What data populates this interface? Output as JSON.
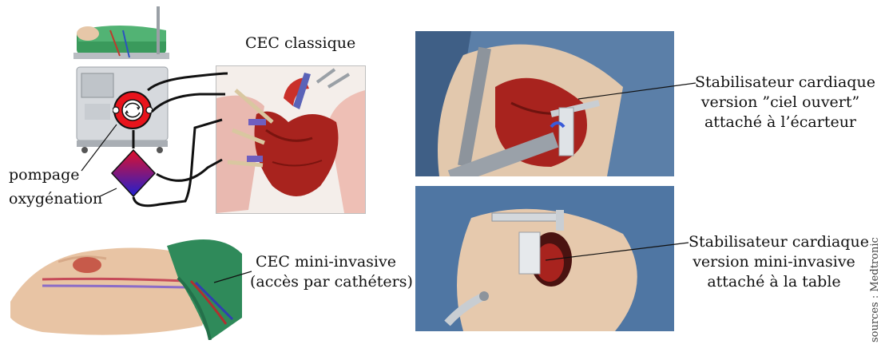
{
  "labels": {
    "cec_classique": "CEC classique",
    "pompage": "pompage",
    "oxygenation": "oxygénation",
    "cec_mini_line1": "CEC mini-invasive",
    "cec_mini_line2": "(accès par cathéters)",
    "stab_open_line1": "Stabilisateur cardiaque",
    "stab_open_line2": "version ”ciel ouvert”",
    "stab_open_line3": "attaché à l’écarteur",
    "stab_mini_line1": "Stabilisateur cardiaque",
    "stab_mini_line2": "version mini-invasive",
    "stab_mini_line3": "attaché à la table"
  },
  "credit": "sources : Medtronic",
  "colors": {
    "pump_red": "#e8141c",
    "oxygenator_top": "#e0102a",
    "oxygenator_bottom": "#2020d0",
    "heart": "#a8231e",
    "drape_blue": "#5a7fa8",
    "drape_green": "#2f8a5a"
  }
}
